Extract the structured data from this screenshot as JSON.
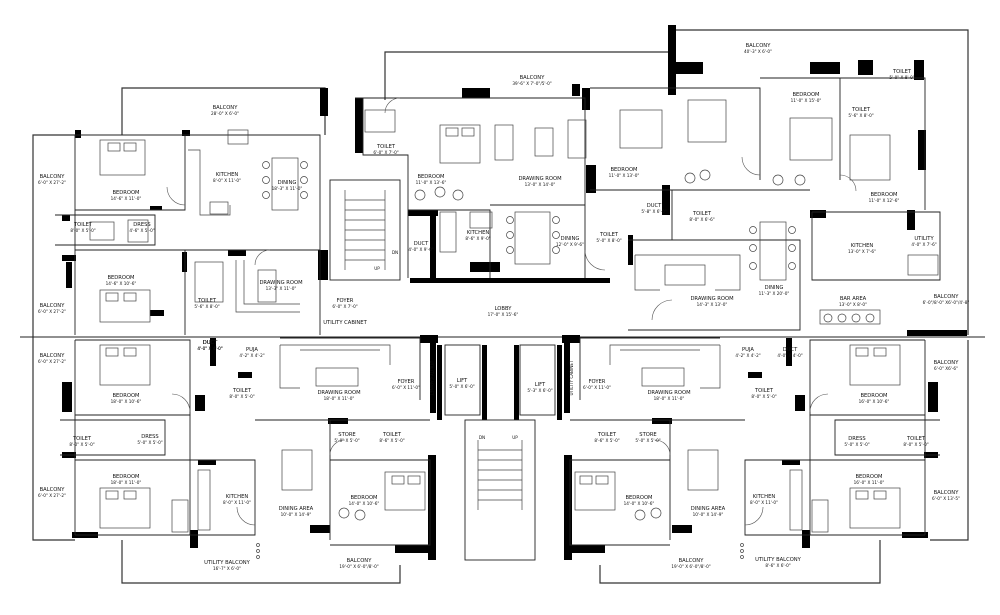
{
  "colors": {
    "wall": "#000000",
    "line": "#222222",
    "background": "#ffffff"
  },
  "rooms": [
    {
      "id": "balcony-top-left",
      "name": "BALCONY",
      "size": "28'-0\" X 6'-0\""
    },
    {
      "id": "balcony-top-center",
      "name": "BALCONY",
      "size": "39'-6\" X 7'-0\"/5'-0\""
    },
    {
      "id": "balcony-top-right",
      "name": "BALCONY",
      "size": "40'-3\" X 6'-0\""
    },
    {
      "id": "balcony-left-1",
      "name": "BALCONY",
      "size": "6'-0\" X 27'-2\""
    },
    {
      "id": "balcony-left-2",
      "name": "BALCONY",
      "size": "6'-0\" X 27'-2\""
    },
    {
      "id": "balcony-left-3",
      "name": "BALCONY",
      "size": "6'-0\" X 27'-2\""
    },
    {
      "id": "balcony-left-4",
      "name": "BALCONY",
      "size": "6'-0\" X 27'-2\""
    },
    {
      "id": "balcony-right-1",
      "name": "BALCONY",
      "size": "6'-0\"/8'-0\" X6'-0\"/4'-8\""
    },
    {
      "id": "balcony-right-2",
      "name": "BALCONY",
      "size": "6'-0\" X6'-6\""
    },
    {
      "id": "balcony-right-3",
      "name": "BALCONY",
      "size": "6'-0\" X 13'-5\""
    },
    {
      "id": "bedroom-a1",
      "name": "BEDROOM",
      "size": "14'-6\" X 11'-0\""
    },
    {
      "id": "kitchen-a",
      "name": "KITCHEN",
      "size": "8'-0\" X 11'-0\""
    },
    {
      "id": "dining-a",
      "name": "DINING",
      "size": "18'-3\" X 11'-0\""
    },
    {
      "id": "toilet-a1",
      "name": "TOILET",
      "size": "8'-0\" X 5'-0\""
    },
    {
      "id": "dress-a1",
      "name": "DRESS",
      "size": "4'-6\" X 5'-0\""
    },
    {
      "id": "bedroom-a2",
      "name": "BEDROOM",
      "size": "14'-6\" X 10'-6\""
    },
    {
      "id": "drawing-a",
      "name": "DRAWING ROOM",
      "size": "13'-3\" X 11'-0\""
    },
    {
      "id": "toilet-a2",
      "name": "TOILET",
      "size": "5'-6\" X 8'-0\""
    },
    {
      "id": "duct-a",
      "name": "DUCT",
      "size": "4'-0\" X 4'-0\""
    },
    {
      "id": "foyer-a",
      "name": "FOYER",
      "size": "6'-0\" X 7'-0\""
    },
    {
      "id": "utility-cabinet-a",
      "name": "UTILITY CABINET",
      "size": ""
    },
    {
      "id": "toilet-b1",
      "name": "TOILET",
      "size": "6'-0\" X 7'-0\""
    },
    {
      "id": "bedroom-b1",
      "name": "BEDROOM",
      "size": "11'-0\" X 13'-6\""
    },
    {
      "id": "drawing-b",
      "name": "DRAWING ROOM",
      "size": "13'-0\" X 14'-0\""
    },
    {
      "id": "bedroom-b2",
      "name": "BEDROOM",
      "size": "11'-0\" X 13'-0\""
    },
    {
      "id": "duct-b1",
      "name": "DUCT",
      "size": "4'-0\" X 9'-0\""
    },
    {
      "id": "kitchen-b",
      "name": "KITCHEN",
      "size": "8'-6\" X 9'-0\""
    },
    {
      "id": "dining-b",
      "name": "DINING",
      "size": "12'-0\" X 9'-6\""
    },
    {
      "id": "toilet-b2",
      "name": "TOILET",
      "size": "5'-0\" X 8'-0\""
    },
    {
      "id": "duct-b2",
      "name": "DUCT",
      "size": "5'-8\" X 6'-0\""
    },
    {
      "id": "lobby",
      "name": "LOBBY",
      "size": "17'-0\" X 15'-6\""
    },
    {
      "id": "bedroom-c1",
      "name": "BEDROOM",
      "size": "11'-0\" X 15'-0\""
    },
    {
      "id": "toilet-c1",
      "name": "TOILET",
      "size": "5'-0\" X 8'-0\""
    },
    {
      "id": "toilet-c2",
      "name": "TOILET",
      "size": "5'-6\" X 8'-0\""
    },
    {
      "id": "bedroom-c2",
      "name": "BEDROOM",
      "size": "11'-0\" X 12'-6\""
    },
    {
      "id": "toilet-c3",
      "name": "TOILET",
      "size": "8'-0\" X 6'-6\""
    },
    {
      "id": "kitchen-c",
      "name": "KITCHEN",
      "size": "13'-0\" X 7'-6\""
    },
    {
      "id": "utility-c",
      "name": "UTILITY",
      "size": "4'-0\" X 7'-6\""
    },
    {
      "id": "dining-c",
      "name": "DINING",
      "size": "11'-3\" X 20'-0\""
    },
    {
      "id": "drawing-c",
      "name": "DRAWING ROOM",
      "size": "14'-3\" X 13'-0\""
    },
    {
      "id": "bar-area",
      "name": "BAR AREA",
      "size": "13'-0\" X 8'-0\""
    },
    {
      "id": "puja-l",
      "name": "PUJA",
      "size": "4'-2\" X 4'-2\""
    },
    {
      "id": "duct-l",
      "name": "DUCT",
      "size": "4'-0\" X 4'-0\""
    },
    {
      "id": "drawing-l",
      "name": "DRAWING ROOM",
      "size": "18'-0\" X 11'-0\""
    },
    {
      "id": "foyer-l",
      "name": "FOYER",
      "size": "6'-0\" X 11'-0\""
    },
    {
      "id": "lift-l",
      "name": "LIFT",
      "size": "5'-0\" X 6'-0\""
    },
    {
      "id": "lift-r",
      "name": "LIFT",
      "size": "5'-3\" X 6'-0\""
    },
    {
      "id": "foyer-r",
      "name": "FOYER",
      "size": "6'-0\" X 11'-0\""
    },
    {
      "id": "drawing-r",
      "name": "DRAWING ROOM",
      "size": "18'-0\" X 11'-0\""
    },
    {
      "id": "puja-r",
      "name": "PUJA",
      "size": "4'-2\" X 4'-2\""
    },
    {
      "id": "duct-r",
      "name": "DUCT",
      "size": "4'-0\" X 4'-0\""
    },
    {
      "id": "bedroom-l2",
      "name": "BEDROOM",
      "size": "18'-0\" X 10'-6\""
    },
    {
      "id": "toilet-l2",
      "name": "TOILET",
      "size": "8'-0\" X 5'-0\""
    },
    {
      "id": "toilet-l3",
      "name": "TOILET",
      "size": "8'-0\" X 5'-0\""
    },
    {
      "id": "dress-l",
      "name": "DRESS",
      "size": "5'-0\" X 5'-0\""
    },
    {
      "id": "bedroom-l3",
      "name": "BEDROOM",
      "size": "18'-0\" X 11'-0\""
    },
    {
      "id": "store-l",
      "name": "STORE",
      "size": "5'-0\" X 5'-0\""
    },
    {
      "id": "toilet-l4",
      "name": "TOILET",
      "size": "8'-6\" X 5'-0\""
    },
    {
      "id": "bedroom-l4",
      "name": "BEDROOM",
      "size": "14'-0\" X 10'-6\""
    },
    {
      "id": "kitchen-l",
      "name": "KITCHEN",
      "size": "8'-0\" X 11'-0\""
    },
    {
      "id": "dining-area-l",
      "name": "DINING AREA",
      "size": "10'-0\" X 14'-9\""
    },
    {
      "id": "utility-balcony-l",
      "name": "UTILITY BALCONY",
      "size": "16'-7\" X 6'-0\""
    },
    {
      "id": "balcony-bottom-l",
      "name": "BALCONY",
      "size": "19'-0\" X 6'-0\"/8'-0\""
    },
    {
      "id": "toilet-r4",
      "name": "TOILET",
      "size": "8'-6\" X 5'-0\""
    },
    {
      "id": "store-r",
      "name": "STORE",
      "size": "5'-0\" X 5'-0\""
    },
    {
      "id": "bedroom-r4",
      "name": "BEDROOM",
      "size": "14'-0\" X 10'-6\""
    },
    {
      "id": "dining-area-r",
      "name": "DINING AREA",
      "size": "10'-0\" X 14'-9\""
    },
    {
      "id": "kitchen-r",
      "name": "KITCHEN",
      "size": "8'-0\" X 11'-0\""
    },
    {
      "id": "balcony-bottom-r",
      "name": "BALCONY",
      "size": "19'-0\" X 6'-0\"/8'-0\""
    },
    {
      "id": "utility-balcony-r",
      "name": "UTILITY BALCONY",
      "size": "8'-6\" X 6'-0\""
    },
    {
      "id": "toilet-r2",
      "name": "TOILET",
      "size": "8'-0\" X 5'-0\""
    },
    {
      "id": "bedroom-r2",
      "name": "BEDROOM",
      "size": "16'-0\" X 10'-6\""
    },
    {
      "id": "dress-r",
      "name": "DRESS",
      "size": "5'-0\" X 5'-0\""
    },
    {
      "id": "toilet-r3",
      "name": "TOILET",
      "size": "8'-0\" X 5'-0\""
    },
    {
      "id": "bedroom-r3",
      "name": "BEDROOM",
      "size": "16'-0\" X 11'-0\""
    }
  ],
  "stairs": {
    "up": "UP",
    "dn": "DN"
  },
  "misc": {
    "utility_cabinet_vertical": "UTILITY CABINET"
  }
}
